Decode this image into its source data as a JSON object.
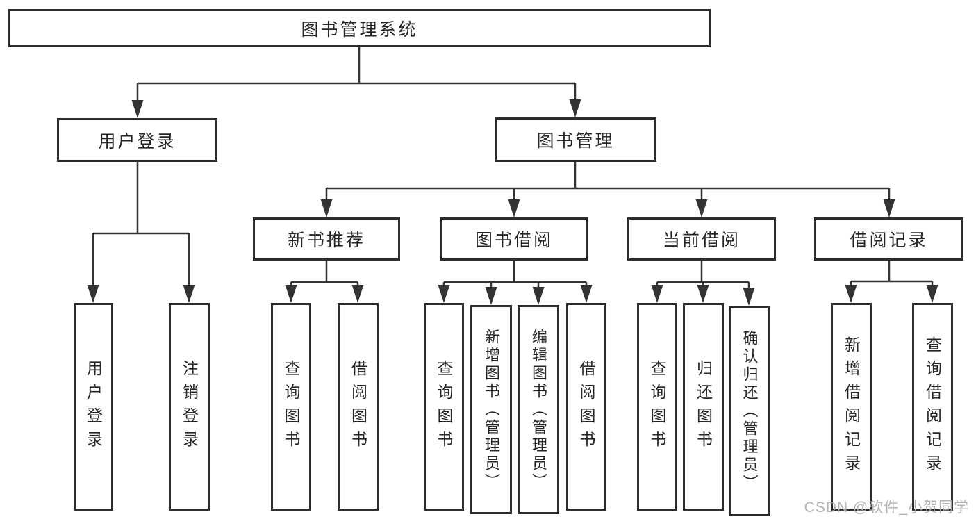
{
  "diagram": {
    "type": "hierarchy-tree",
    "colors": {
      "background": "#ffffff",
      "box_border": "#2d2d2d",
      "connector_line": "#333333",
      "text": "#262626",
      "watermark": "#ababab"
    },
    "tree": {
      "label": "图书管理系统",
      "children": [
        {
          "label": "用户登录",
          "children": [
            {
              "label": "用户登录"
            },
            {
              "label": "注销登录"
            }
          ]
        },
        {
          "label": "图书管理",
          "children": [
            {
              "label": "新书推荐",
              "children": [
                {
                  "label": "查询图书"
                },
                {
                  "label": "借阅图书"
                }
              ]
            },
            {
              "label": "图书借阅",
              "children": [
                {
                  "label": "查询图书"
                },
                {
                  "label": "新增图书（管理员）"
                },
                {
                  "label": "编辑图书（管理员）"
                },
                {
                  "label": "借阅图书"
                }
              ]
            },
            {
              "label": "当前借阅",
              "children": [
                {
                  "label": "查询图书"
                },
                {
                  "label": "归还图书"
                },
                {
                  "label": "确认归还（管理员）"
                }
              ]
            },
            {
              "label": "借阅记录",
              "children": [
                {
                  "label": "新增借阅记录"
                },
                {
                  "label": "查询借阅记录"
                }
              ]
            }
          ]
        }
      ]
    },
    "watermark": {
      "text": "CSDN @软件_小贺同学"
    }
  }
}
